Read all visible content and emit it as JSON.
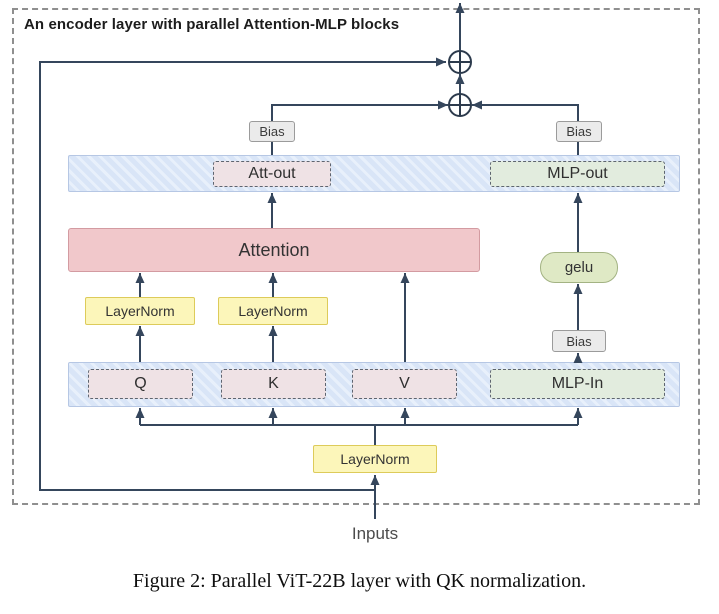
{
  "figure": {
    "title": "An encoder layer with parallel Attention-MLP blocks",
    "inputs_label": "Inputs",
    "caption": "Figure 2: Parallel ViT-22B layer with QK normalization."
  },
  "blocks": {
    "attention": {
      "label": "Attention"
    },
    "gelu": {
      "label": "gelu"
    },
    "layernorm_q": {
      "label": "LayerNorm"
    },
    "layernorm_k": {
      "label": "LayerNorm"
    },
    "layernorm_input": {
      "label": "LayerNorm"
    },
    "bias_att_out": {
      "label": "Bias"
    },
    "bias_mlp_out": {
      "label": "Bias"
    },
    "bias_mlp_in": {
      "label": "Bias"
    },
    "att_out": {
      "label": "Att-out"
    },
    "mlp_out": {
      "label": "MLP-out"
    },
    "q": {
      "label": "Q"
    },
    "k": {
      "label": "K"
    },
    "v": {
      "label": "V"
    },
    "mlp_in": {
      "label": "MLP-In"
    }
  },
  "colors": {
    "arrow": "#35465c",
    "band_fill": "#dce7f8",
    "attention_fill": "#f1c8cb",
    "layernorm_fill": "#fcf6ba",
    "bias_fill": "#ebebeb",
    "gelu_fill": "#dfe9c5",
    "att_out_fill": "#efe2e5",
    "mlp_fill": "#e2ecde"
  }
}
